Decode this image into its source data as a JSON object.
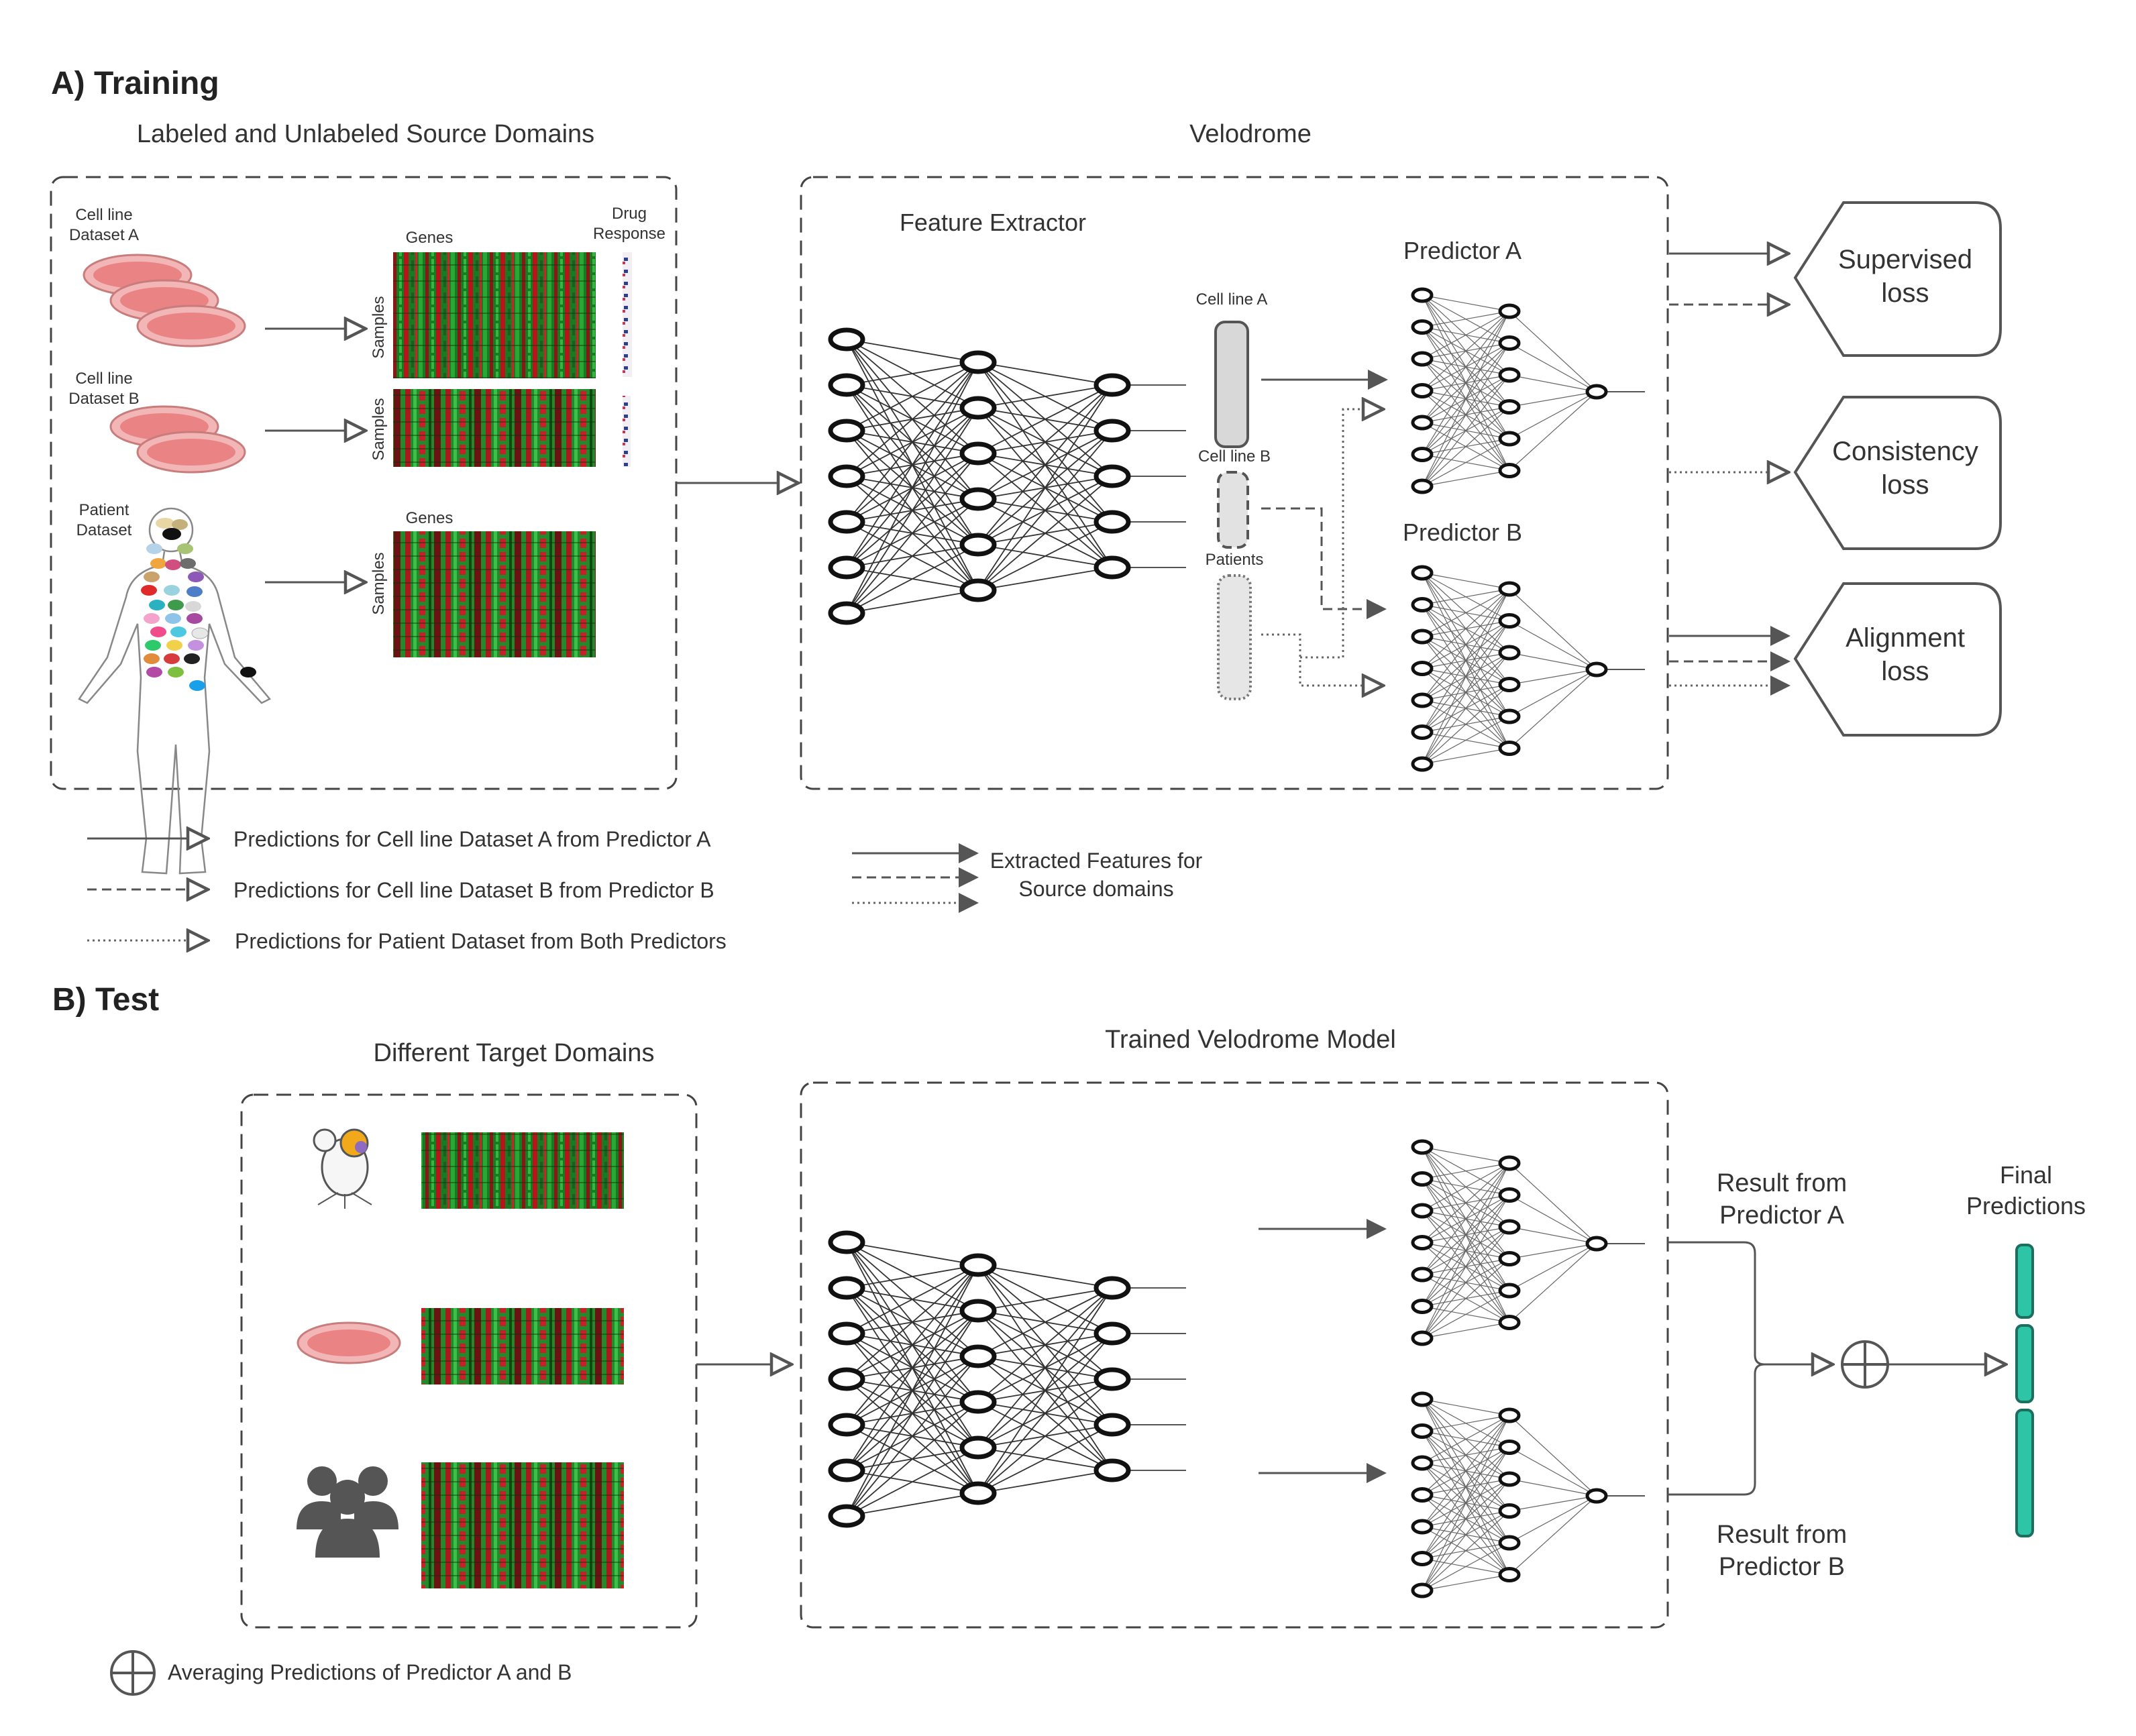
{
  "section_a": {
    "title": "A) Training",
    "source_title": "Labeled and Unlabeled Source Domains",
    "velodrome_title": "Velodrome",
    "cell_line_a": [
      "Cell line",
      "Dataset A"
    ],
    "cell_line_b": [
      "Cell line",
      "Dataset B"
    ],
    "patient": [
      "Patient",
      "Dataset"
    ],
    "genes": "Genes",
    "samples": "Samples",
    "drug_response": [
      "Drug",
      "Response"
    ],
    "feature_extractor": "Feature Extractor",
    "feat_cell_a": "Cell line A",
    "feat_cell_b": "Cell line B",
    "feat_patients": "Patients",
    "predictor_a": "Predictor A",
    "predictor_b": "Predictor B",
    "supervised_loss": [
      "Supervised",
      "loss"
    ],
    "consistency_loss": [
      "Consistency",
      "loss"
    ],
    "alignment_loss": [
      "Alignment",
      "loss"
    ]
  },
  "legend_a": {
    "solid": "Predictions for Cell line Dataset A from Predictor A",
    "dashed": "Predictions for Cell line Dataset B from Predictor B",
    "dotted": "Predictions for Patient Dataset from Both Predictors",
    "features": [
      "Extracted Features for",
      "Source domains"
    ]
  },
  "section_b": {
    "title": "B) Test",
    "targets_title": "Different Target Domains",
    "model_title": "Trained Velodrome Model",
    "result_a": [
      "Result from",
      "Predictor A"
    ],
    "result_b": [
      "Result from",
      "Predictor B"
    ],
    "final": [
      "Final",
      "Predictions"
    ],
    "averaging_legend": "Averaging Predictions of Predictor A and B"
  },
  "colors": {
    "line": "#555555",
    "heat_red": "#c0141c",
    "heat_green": "#1f9a2a",
    "dish": "#f3b6b6",
    "final_bar": "#2ec4a6"
  }
}
